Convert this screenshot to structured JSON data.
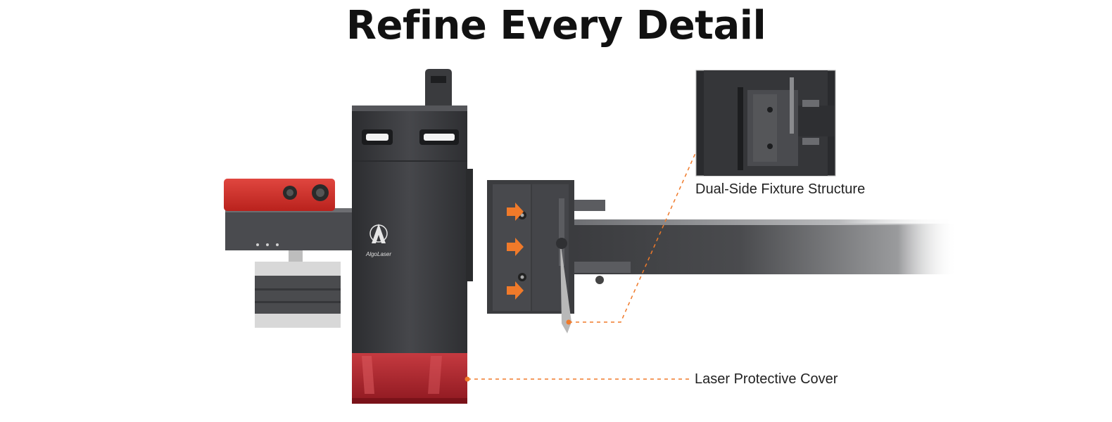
{
  "headline": "Refine Every Detail",
  "logo_text": "AlgoLaser",
  "callouts": {
    "fixture": "Dual-Side Fixture Structure",
    "cover": "Laser Protective Cover"
  },
  "colors": {
    "accent": "#f07a2a",
    "laser_body": "#3b3c3f",
    "cover_red": "#b5202a",
    "red_module": "#d6322c"
  }
}
